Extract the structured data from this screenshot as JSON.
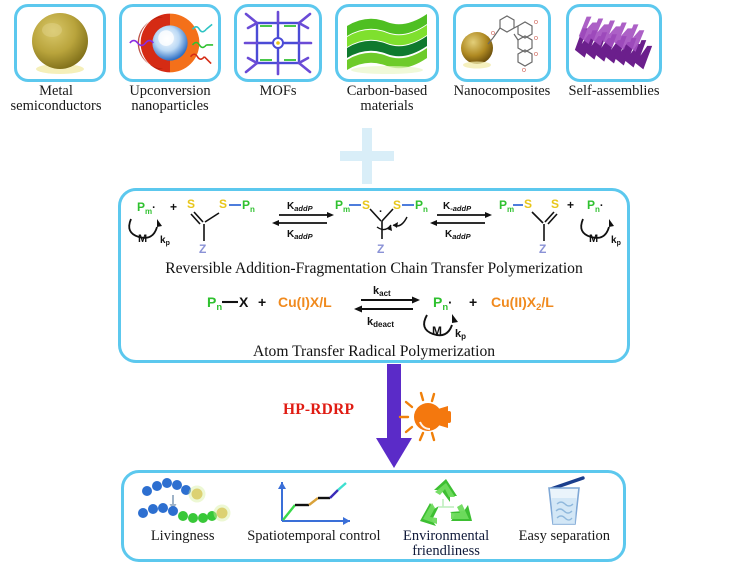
{
  "figure": {
    "title": "Heterogeneous photocatalysis for reversible deactivation radical polymerization",
    "accent_color": "#5CC8EE",
    "plus_color": "#D9EEF8",
    "arrow_color": "#5B2BC8",
    "highlight_color": "#E01B12"
  },
  "materials": {
    "section_name": "photocatalyst-materials",
    "items": [
      {
        "label": "Metal\nsemiconductors",
        "icon": "gold-sphere-icon"
      },
      {
        "label": "Upconversion\nnanoparticles",
        "icon": "core-shell-particle-icon"
      },
      {
        "label": "MOFs",
        "icon": "metal-organic-framework-icon"
      },
      {
        "label": "Carbon-based\nmaterials",
        "icon": "graphene-sheets-icon"
      },
      {
        "label": "Nanocomposites",
        "icon": "nanocomposite-icon"
      },
      {
        "label": "Self-assemblies",
        "icon": "self-assembly-stack-icon"
      }
    ]
  },
  "plus": {
    "symbol": "+"
  },
  "mechanisms": {
    "raft": {
      "caption": "Reversible Addition-Fragmentation Chain Transfer Polymerization",
      "species": {
        "radical_left": "P",
        "radical_left_sub": "m",
        "chain_right": "P",
        "chain_right_sub": "n",
        "sulfur": "S",
        "z_group": "Z",
        "monomer": "M",
        "kp": "k",
        "kp_sub": "p",
        "plus": "+"
      },
      "rate_constants": {
        "forward_1": "K",
        "forward_1_sub": "addP",
        "reverse_1": "K",
        "reverse_1_sub": "addP",
        "forward_2": "K",
        "forward_2_sub": "-addP",
        "reverse_2": "K",
        "reverse_2_sub": "addP"
      },
      "colors": {
        "polymer": "#2FC12F",
        "sulfur": "#E8C61A",
        "z_group": "#8A92D6",
        "bond": "#3A6FD8"
      }
    },
    "atrp": {
      "caption": "Atom Transfer Radical Polymerization",
      "equation": {
        "left_chain": "P",
        "left_chain_sub": "n",
        "halide": "X",
        "plus_1": "+",
        "catalyst_reduced": "Cu(I)X/L",
        "k_act": "k",
        "k_act_sub": "act",
        "k_deact": "k",
        "k_deact_sub": "deact",
        "right_chain": "P",
        "right_chain_sub": "n",
        "plus_2": "+",
        "catalyst_oxidized": "Cu(II)X",
        "catalyst_oxidized_sub": "2",
        "catalyst_oxidized_tail": "/L",
        "monomer": "M",
        "kp": "k",
        "kp_sub": "p"
      },
      "colors": {
        "polymer": "#2FC12F",
        "copper": "#F08A1E",
        "black": "#111111"
      }
    }
  },
  "transition": {
    "label": "HP-RDRP",
    "icon": "lightbulb-icon",
    "arrow": "down-arrow"
  },
  "advantages": {
    "section_name": "advantages",
    "items": [
      {
        "label": "Livingness",
        "icon": "polymer-chain-growth-icon"
      },
      {
        "label": "Spatiotemporal control",
        "icon": "step-plot-icon"
      },
      {
        "label": "Environmental\nfriendliness",
        "icon": "recycle-icon"
      },
      {
        "label": "Easy separation",
        "icon": "beaker-glass-icon"
      }
    ]
  }
}
